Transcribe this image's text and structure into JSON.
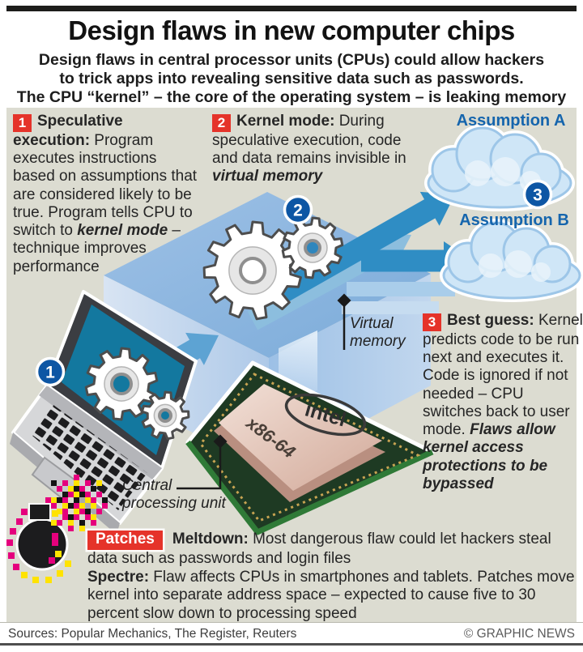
{
  "header": {
    "title": "Design flaws in new computer chips",
    "subtitle_lines": [
      "Design flaws in central processor units (CPUs) could allow hackers",
      "to trick apps into revealing sensitive data such as passwords.",
      "The CPU “kernel” – the core of the operating system – is leaking memory"
    ]
  },
  "callouts": {
    "one": {
      "num": "1",
      "lead": "Speculative execution:",
      "body": " Program executes instructions based on assumptions that are considered likely to be true. Program tells CPU to switch to ",
      "em": "kernel mode",
      "tail": " – technique improves performance"
    },
    "two": {
      "num": "2",
      "lead": "Kernel mode:",
      "body": " During speculative execution, code and data remains invisible in ",
      "em": "virtual memory"
    },
    "three": {
      "num": "3",
      "lead": "Best guess:",
      "body": " Kernel predicts code to be run next and executes it. Code is ignored if not needed – CPU switches back to user mode. ",
      "em": "Flaws allow kernel access protections to be bypassed"
    }
  },
  "labels": {
    "assumption_a": "Assumption A",
    "assumption_b": "Assumption B",
    "virtual_memory": "Virtual memory",
    "cpu_label": "Central processing unit",
    "chip_brand": "intel",
    "chip_model": "x86-64",
    "step1": "1",
    "step2": "2",
    "step3": "3"
  },
  "patches": {
    "badge": "Patches",
    "meltdown_lead": "Meltdown:",
    "meltdown_body": " Most dangerous flaw could let hackers steal data such as passwords and login files",
    "spectre_lead": "Spectre:",
    "spectre_body": " Flaw affects CPUs in smartphones and tablets. Patches move kernel into separate address space – expected to cause five to 30 percent slow down to processing speed"
  },
  "footer": {
    "sources": "Sources: Popular Mechanics, The Register, Reuters",
    "credit": "© GRAPHIC NEWS"
  },
  "colors": {
    "accent_red": "#e5332a",
    "heading_blue": "#1565ad",
    "arrow_blue": "#2f8dc4",
    "panel_beige": "#dcdcd1",
    "screen_teal": "#13789f",
    "step_circle_blue": "#0d56a4"
  }
}
